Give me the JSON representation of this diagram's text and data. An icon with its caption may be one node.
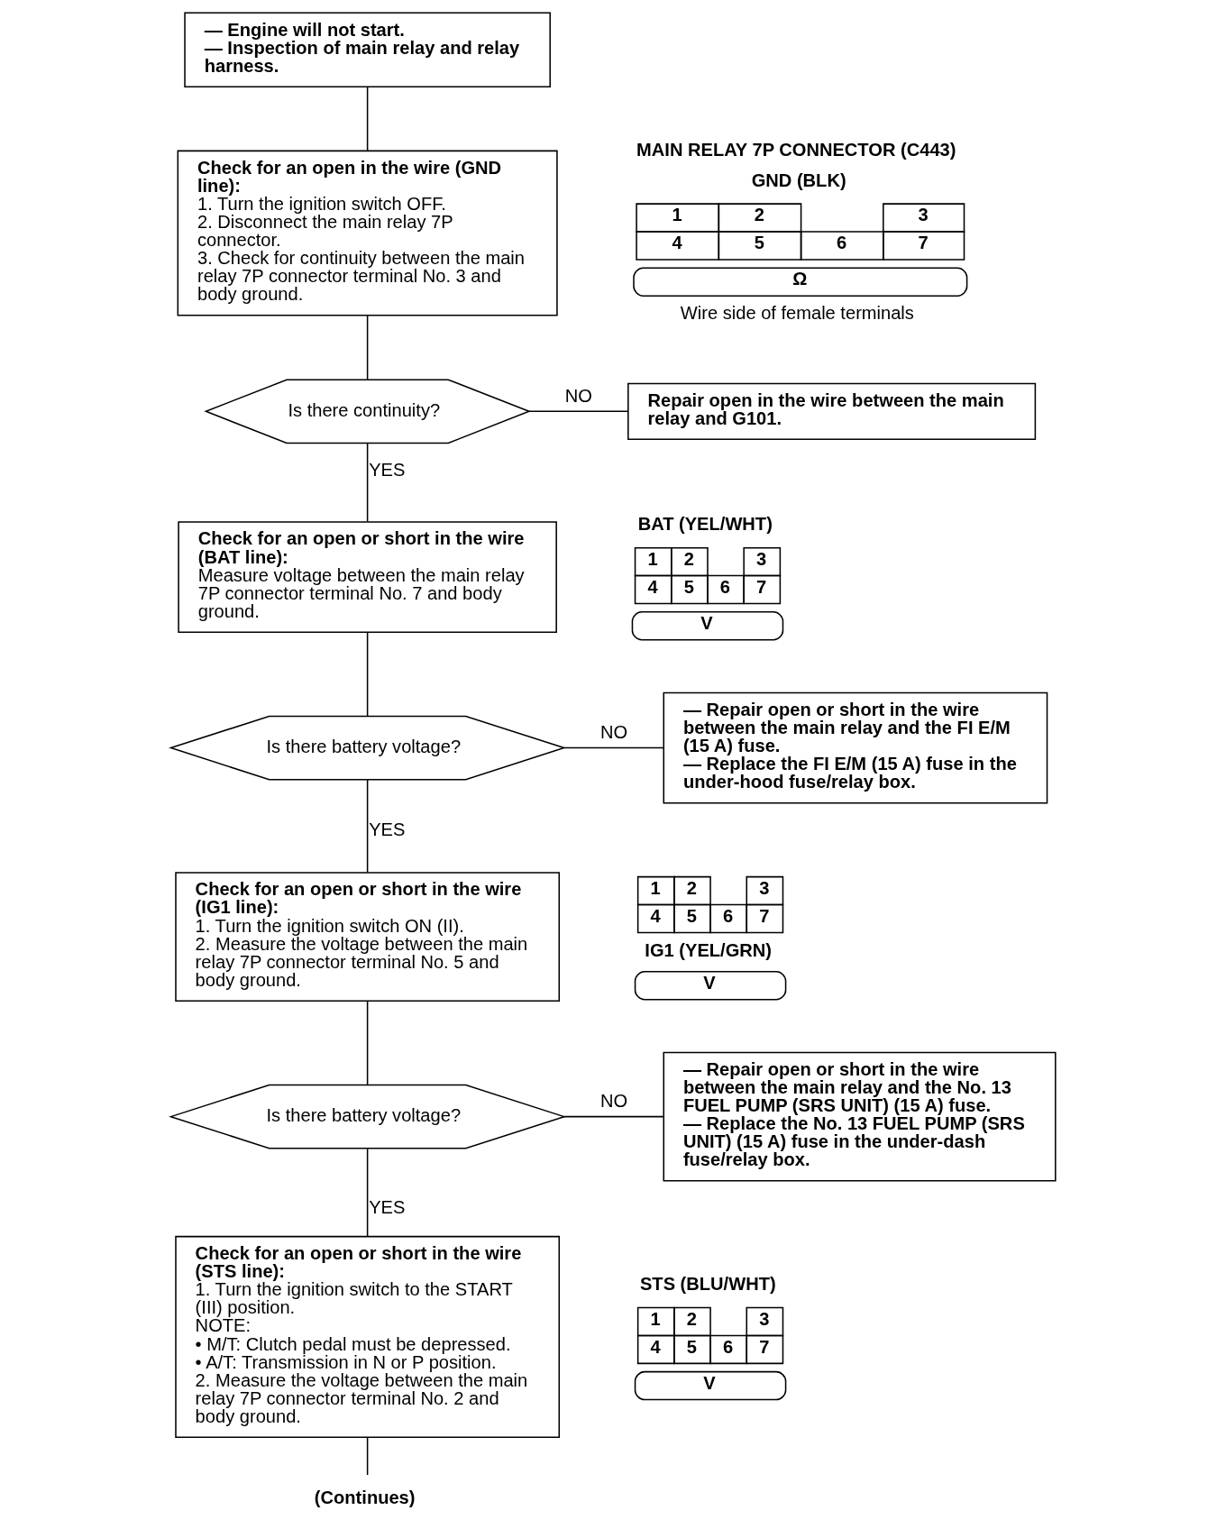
{
  "diagram": {
    "nodes": [
      {
        "text": [
          "— Engine will not start.",
          "— Inspection of main relay and relay harness."
        ]
      },
      {
        "text": [
          "Check for an open in the wire (GND line):",
          "1. Turn the ignition switch OFF.",
          "2. Disconnect the main relay 7P connector.",
          "3. Check for continuity between the main relay 7P connector terminal No. 3 and body ground."
        ]
      },
      {
        "text": [
          "Is there continuity?"
        ]
      },
      {
        "text": [
          "Repair open in the wire between the main relay and G101."
        ]
      },
      {
        "text": [
          "Check for an open or short in the wire (BAT line):",
          "Measure voltage between the main relay 7P connector terminal No. 7 and body ground."
        ]
      },
      {
        "text": [
          "Is there battery voltage?"
        ]
      },
      {
        "text": [
          "— Repair open or short in the wire between the main relay and the FI E/M (15 A) fuse.",
          "— Replace the FI E/M (15 A) fuse in the under-hood fuse/relay box."
        ]
      },
      {
        "text": [
          "Check for an open or short in the wire (IG1 line):",
          "1. Turn the ignition switch ON (II).",
          "2. Measure the voltage between the main relay 7P connector terminal No. 5 and body ground."
        ]
      },
      {
        "text": [
          "Is there battery voltage?"
        ]
      },
      {
        "text": [
          "— Repair open or short in the wire between the main relay and the No. 13 FUEL PUMP (SRS UNIT) (15 A) fuse.",
          "— Replace the No. 13 FUEL PUMP (SRS UNIT) (15 A) fuse in the under-dash fuse/relay box."
        ]
      },
      {
        "text": [
          "Check for an open or short in the wire (STS line):",
          "1. Turn the ignition switch to the START (III) position.",
          "NOTE:",
          "• M/T: Clutch pedal must be depressed.",
          "• A/T: Transmission in N or P position.",
          "2. Measure the voltage between the main relay 7P connector terminal No. 2 and body ground."
        ]
      },
      {
        "text": [
          "(Continues)"
        ]
      }
    ],
    "edges": [
      {
        "from": 0,
        "to": 1,
        "arrow": "none"
      },
      {
        "from": 1,
        "to": 2,
        "arrow": "none"
      },
      {
        "from": 2,
        "to": 3,
        "arrow": "none",
        "label": "NO"
      },
      {
        "from": 2,
        "to": 4,
        "arrow": "none",
        "label": "YES"
      },
      {
        "from": 4,
        "to": 5,
        "arrow": "none"
      },
      {
        "from": 5,
        "to": 6,
        "arrow": "none",
        "label": "NO"
      },
      {
        "from": 5,
        "to": 7,
        "arrow": "none",
        "label": "YES"
      },
      {
        "from": 7,
        "to": 8,
        "arrow": "none"
      },
      {
        "from": 8,
        "to": 9,
        "arrow": "none",
        "label": "NO"
      },
      {
        "from": 8,
        "to": 10,
        "arrow": "none",
        "label": "YES"
      },
      {
        "from": 10,
        "to": 11,
        "arrow": "none"
      }
    ],
    "labels": [
      "MAIN RELAY 7P CONNECTOR (C443)",
      "GND (BLK)",
      "1",
      "2",
      "3",
      "4",
      "5",
      "6",
      "7",
      "Ω",
      "Wire side of female terminals",
      "BAT (YEL/WHT)",
      "1",
      "2",
      "3",
      "4",
      "5",
      "6",
      "7",
      "V",
      "1",
      "2",
      "3",
      "4",
      "5",
      "6",
      "7",
      "IG1 (YEL/GRN)",
      "V",
      "STS (BLU/WHT)",
      "1",
      "2",
      "3",
      "4",
      "5",
      "6",
      "7",
      "V"
    ]
  }
}
